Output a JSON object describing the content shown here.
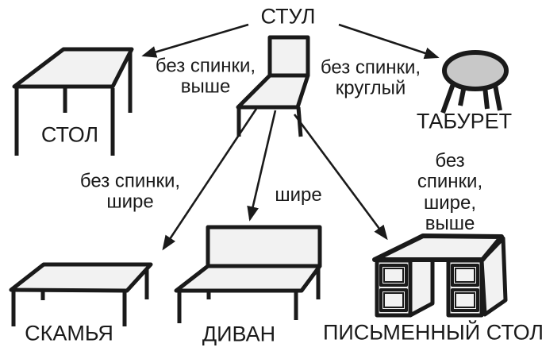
{
  "colors": {
    "ink": "#1a1a1a",
    "fill_light": "#f2f2f2",
    "fill_gray": "#c8c8c8",
    "background": "#ffffff"
  },
  "diagram_type": "concept-map",
  "nodes": {
    "chair": {
      "label": "СТУЛ"
    },
    "table": {
      "label": "СТОЛ"
    },
    "stool": {
      "label": "ТАБУРЕТ"
    },
    "bench": {
      "label": "СКАМЬЯ"
    },
    "sofa": {
      "label": "ДИВАН"
    },
    "desk": {
      "label": "ПИСЬМЕННЫЙ СТОЛ"
    }
  },
  "edges": {
    "to_table": {
      "from": "СТУЛ",
      "to": "СТОЛ",
      "label": "без спинки,\nвыше"
    },
    "to_stool": {
      "from": "СТУЛ",
      "to": "ТАБУРЕТ",
      "label": "без спинки,\nкруглый"
    },
    "to_bench": {
      "from": "СТУЛ",
      "to": "СКАМЬЯ",
      "label": "без спинки,\nшире"
    },
    "to_sofa": {
      "from": "СТУЛ",
      "to": "ДИВАН",
      "label": "шире"
    },
    "to_desk": {
      "from": "СТУЛ",
      "to": "ПИСЬМЕННЫЙ СТОЛ",
      "label": "без спинки,\nшире, выше"
    }
  }
}
